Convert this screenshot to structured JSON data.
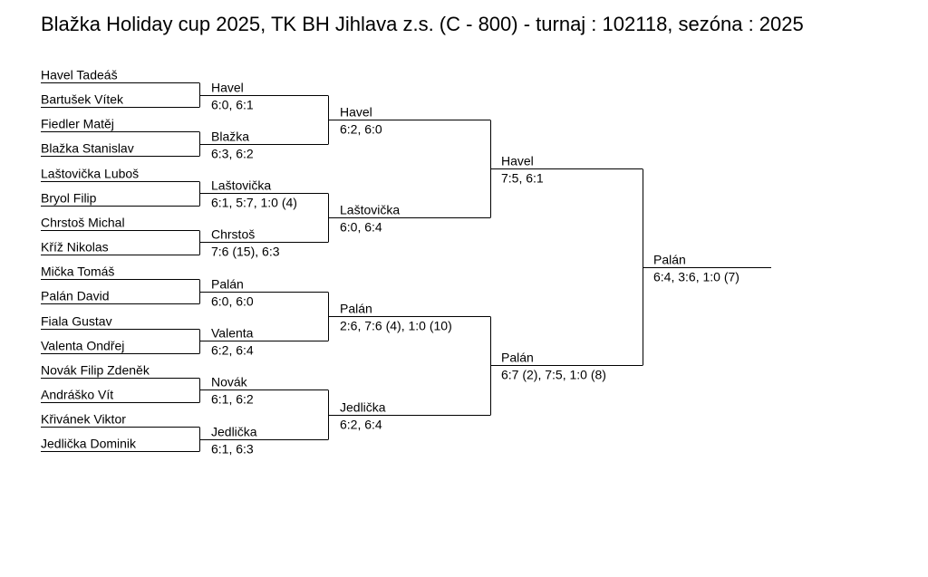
{
  "title": "Blažka Holiday cup 2025, TK BH Jihlava z.s. (C - 800) - turnaj : 102118, sezóna : 2025",
  "round1": {
    "players": [
      "Havel Tadeáš",
      "Bartušek Vítek",
      "Fiedler Matěj",
      "Blažka Stanislav",
      "Laštovička Luboš",
      "Bryol Filip",
      "Chrstoš Michal",
      "Kříž Nikolas",
      "Mička Tomáš",
      "Palán David",
      "Fiala Gustav",
      "Valenta Ondřej",
      "Novák Filip Zdeněk",
      "Andráško Vít",
      "Křivánek Viktor",
      "Jedlička Dominik"
    ]
  },
  "round2": {
    "matches": [
      {
        "winner": "Havel",
        "score": "6:0, 6:1"
      },
      {
        "winner": "Blažka",
        "score": "6:3, 6:2"
      },
      {
        "winner": "Laštovička",
        "score": "6:1, 5:7, 1:0 (4)"
      },
      {
        "winner": "Chrstoš",
        "score": "7:6 (15), 6:3"
      },
      {
        "winner": "Palán",
        "score": "6:0, 6:0"
      },
      {
        "winner": "Valenta",
        "score": "6:2, 6:4"
      },
      {
        "winner": "Novák",
        "score": "6:1, 6:2"
      },
      {
        "winner": "Jedlička",
        "score": "6:1, 6:3"
      }
    ]
  },
  "round3": {
    "matches": [
      {
        "winner": "Havel",
        "score": "6:2, 6:0"
      },
      {
        "winner": "Laštovička",
        "score": "6:0, 6:4"
      },
      {
        "winner": "Palán",
        "score": "2:6, 7:6 (4), 1:0 (10)"
      },
      {
        "winner": "Jedlička",
        "score": "6:2, 6:4"
      }
    ]
  },
  "semifinal": {
    "matches": [
      {
        "winner": "Havel",
        "score": "7:5, 6:1"
      },
      {
        "winner": "Palán",
        "score": "6:7 (2), 7:5, 1:0 (8)"
      }
    ]
  },
  "final": {
    "winner": "Palán",
    "score": "6:4, 3:6, 1:0 (7)"
  }
}
